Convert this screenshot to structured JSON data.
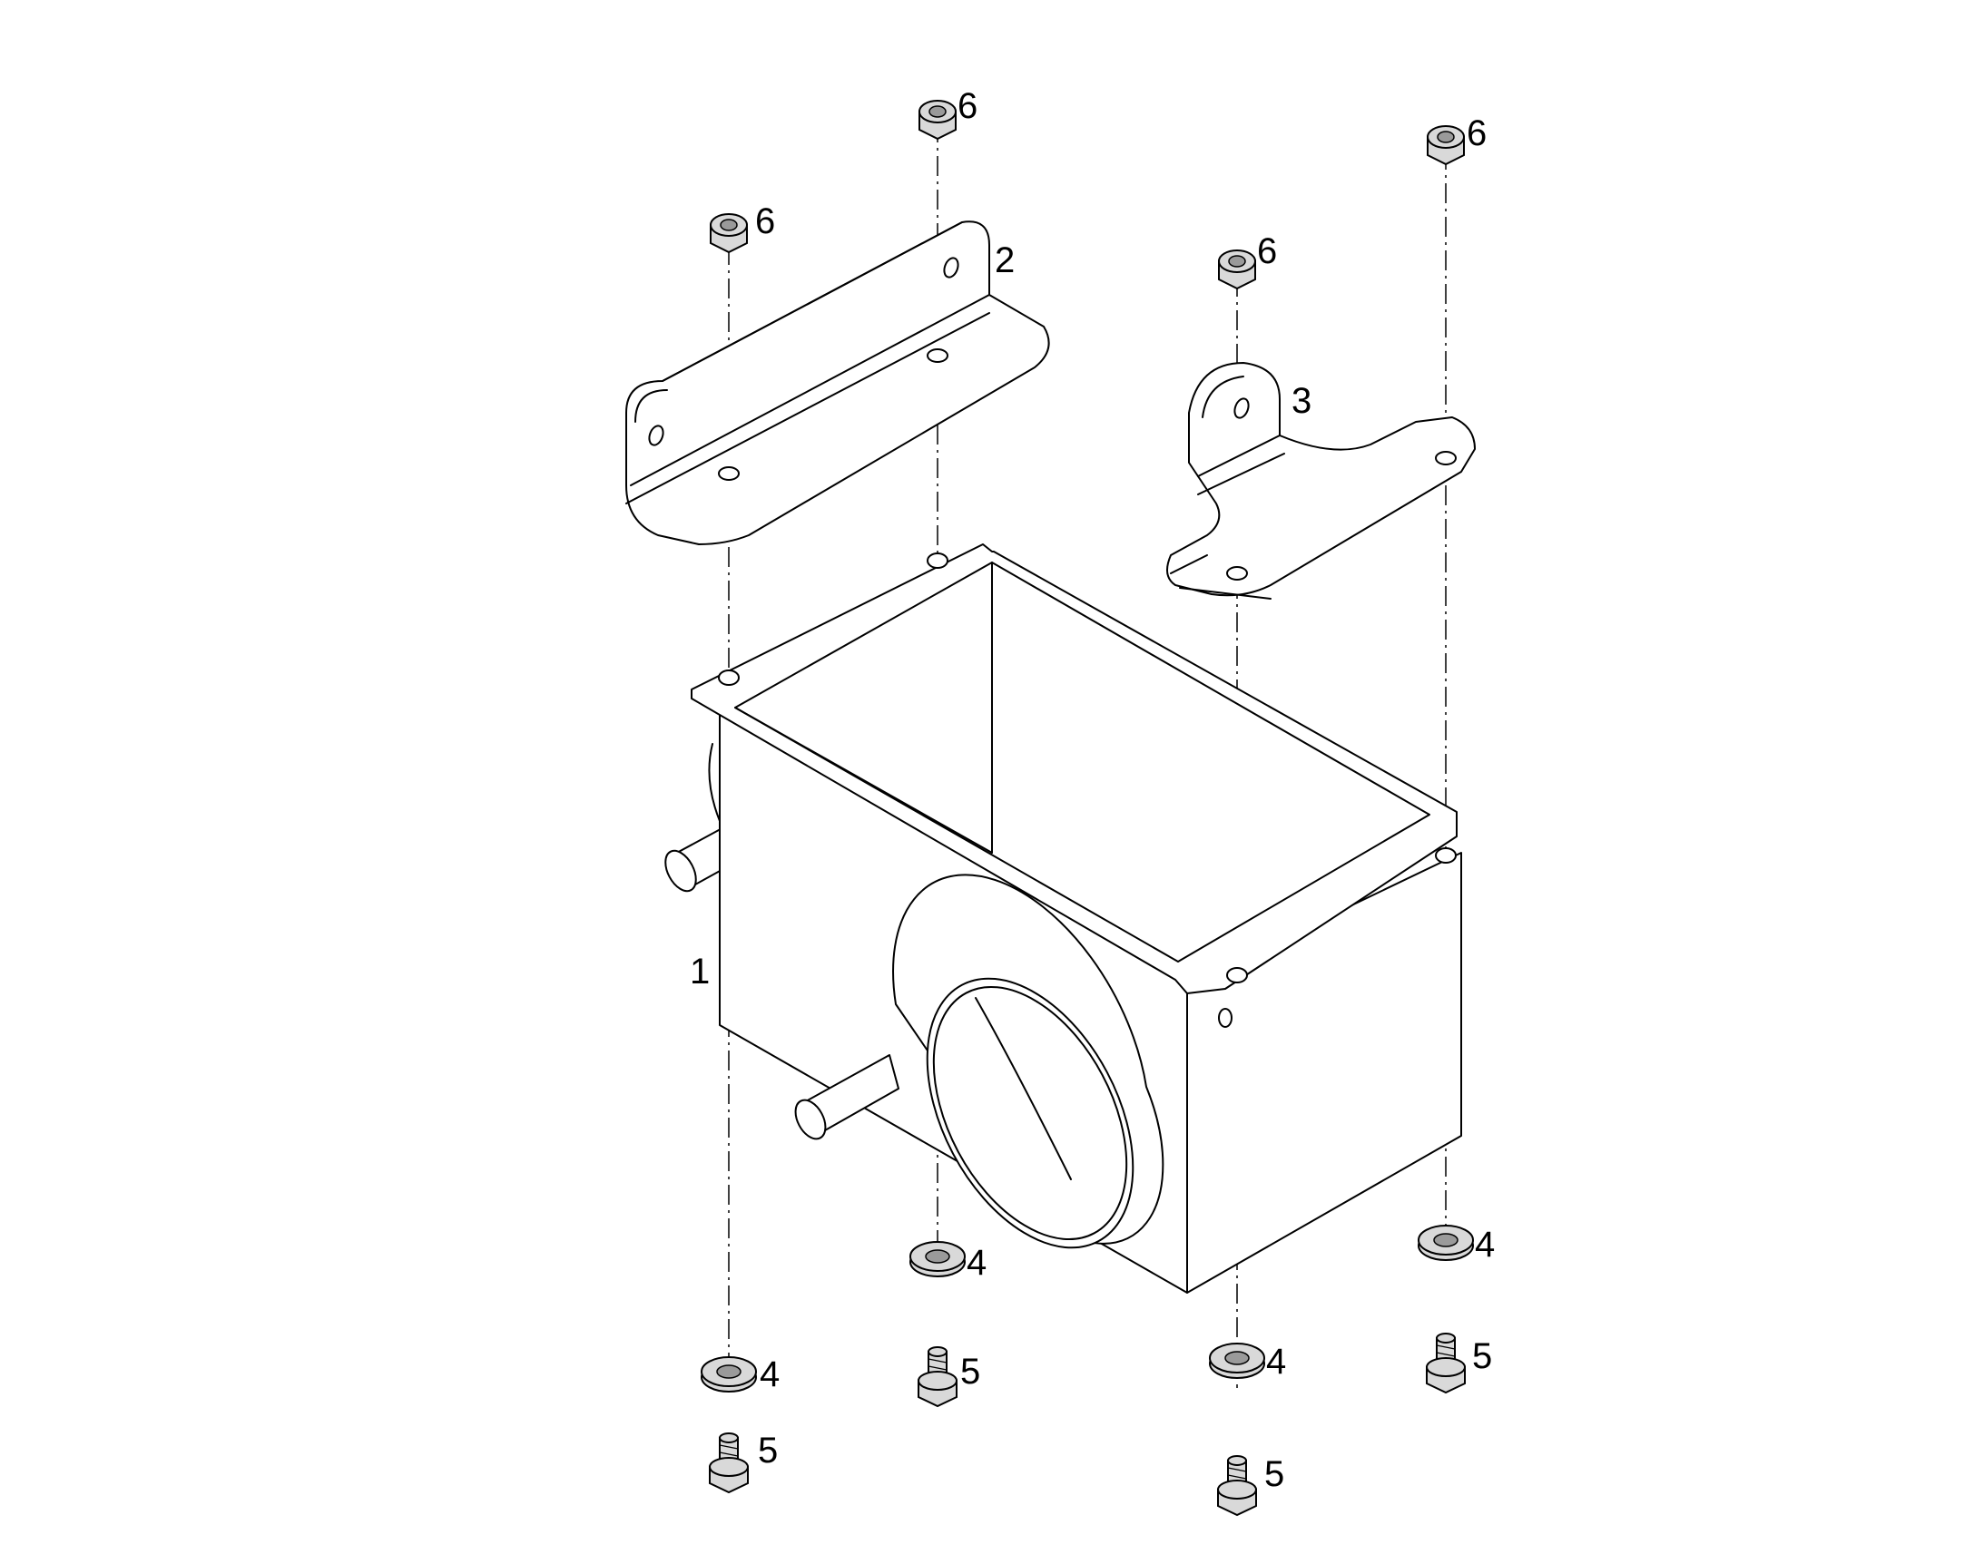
{
  "labels": {
    "box": "1",
    "long_bracket": "2",
    "short_bracket": "3",
    "washer": "4",
    "bolt": "5",
    "nut": "6"
  }
}
